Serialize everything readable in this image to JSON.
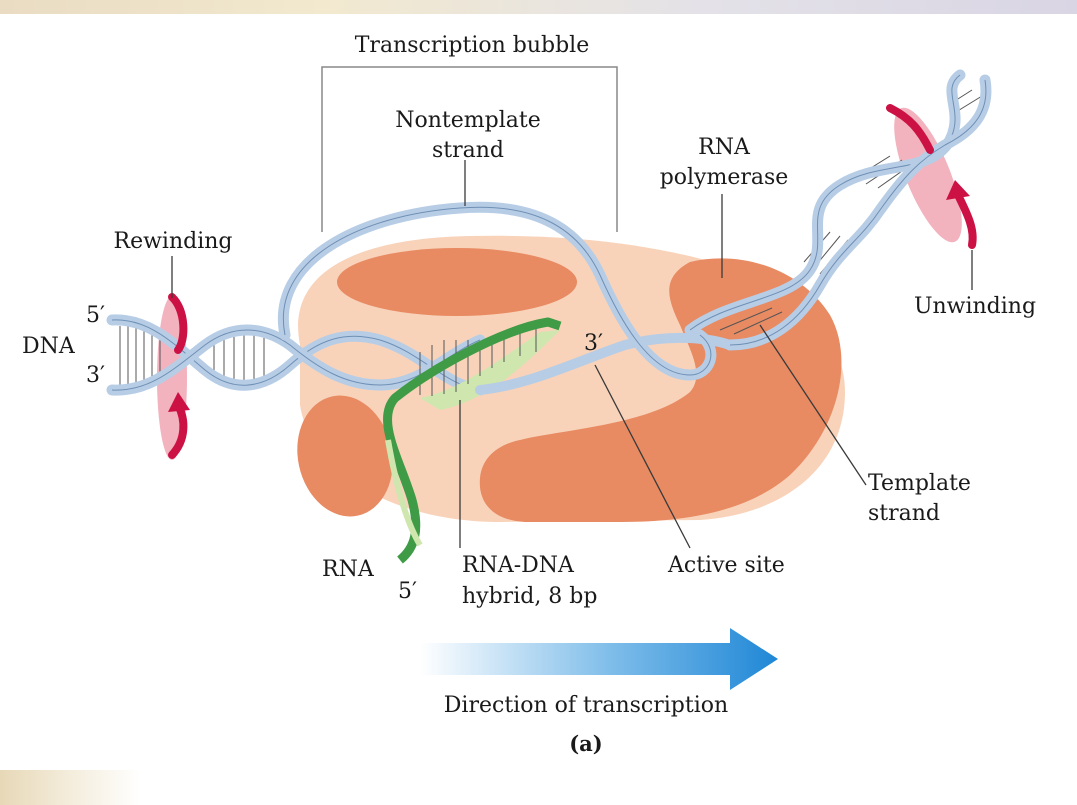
{
  "labels": {
    "transcription_bubble": "Transcription bubble",
    "nontemplate_line1": "Nontemplate",
    "nontemplate_line2": "strand",
    "rna_pol_line1": "RNA",
    "rna_pol_line2": "polymerase",
    "rewinding": "Rewinding",
    "unwinding": "Unwinding",
    "dna": "DNA",
    "five_prime_left": "5′",
    "three_prime_left": "3′",
    "three_prime_rna": "3′",
    "template_line1": "Template",
    "template_line2": "strand",
    "rna": "RNA",
    "five_prime_rna": "5′",
    "hybrid_line1": "RNA-DNA",
    "hybrid_line2": "hybrid, 8 bp",
    "active_site": "Active site",
    "direction": "Direction of transcription",
    "panel": "(a)"
  },
  "colors": {
    "polymerase_light": "#f8d3ba",
    "polymerase_dark": "#e88a62",
    "dna_strand": "#b7cde6",
    "rna_strand": "#3f9b45",
    "hybrid": "#cfe7ae",
    "rotation_arrow": "#cc1144",
    "rotation_disc": "#f2b3be",
    "direction_arrow": "#1f87d6"
  }
}
